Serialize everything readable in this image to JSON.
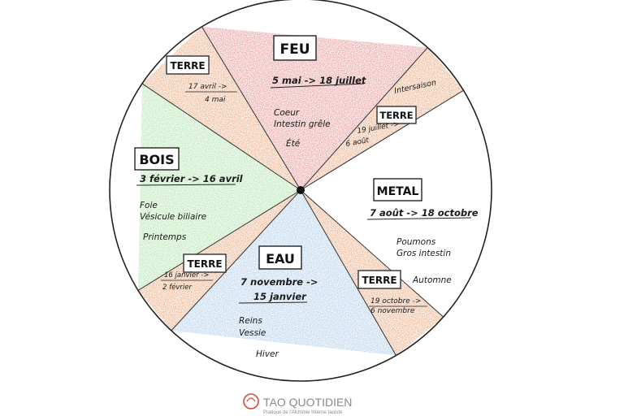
{
  "diagram": {
    "elements": {
      "feu": {
        "name": "FEU",
        "dates": "5 mai -> 18 juillet",
        "organs": [
          "Coeur",
          "Intestin grêle"
        ],
        "season": "Été",
        "color": "#d96a6a"
      },
      "bois": {
        "name": "BOIS",
        "dates": "3 février -> 16 avril",
        "organs": [
          "Foie",
          "Vésicule biliaire"
        ],
        "season": "Printemps",
        "color": "#8fd88a"
      },
      "metal": {
        "name": "METAL",
        "dates": "7 août -> 18 octobre",
        "organs": [
          "Poumons",
          "Gros intestin"
        ],
        "season": "Automne",
        "color": "#ffffff"
      },
      "eau": {
        "name": "EAU",
        "dates": [
          "7 novembre ->",
          "15 janvier"
        ],
        "organs": [
          "Reins",
          "Vessie"
        ],
        "season": "Hiver",
        "color": "#8fb8e0"
      }
    },
    "terre_color": "#e0864c",
    "terre": [
      {
        "label": "TERRE",
        "dates": [
          "17 avril ->",
          "4 mai"
        ]
      },
      {
        "label": "TERRE",
        "dates": [
          "19 juillet ->",
          "6 août"
        ],
        "note": "Intersaison"
      },
      {
        "label": "TERRE",
        "dates": [
          "19 octobre ->",
          "6 novembre"
        ]
      },
      {
        "label": "TERRE",
        "dates": [
          "16 janvier ->",
          "2 février"
        ]
      }
    ]
  },
  "logo": {
    "name": "TAO QUOTIDIEN",
    "tagline": "Pratique de l'Alchimie Interne taoïste"
  }
}
